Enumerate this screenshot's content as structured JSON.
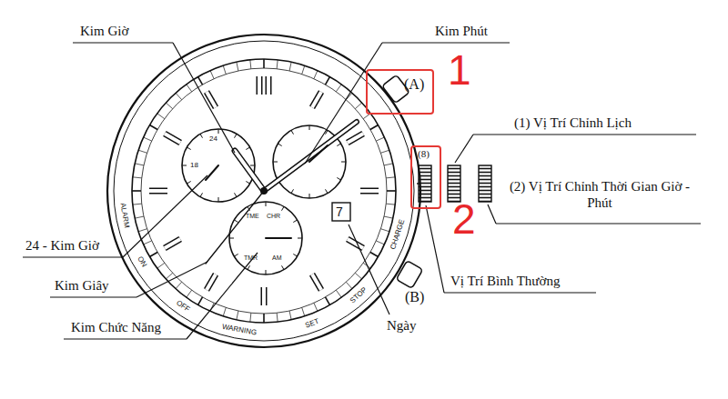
{
  "diagram": {
    "nodes": [
      {
        "text": [
          "1",
          "(A)"
        ]
      },
      {
        "text": [
          "2",
          "(8)"
        ]
      }
    ],
    "labels": [
      "Kim Giờ",
      "Kim Phút",
      "(1) Vị Trí Chỉnh Lịch",
      "(2) Vị Trí Chỉnh Thời Gian Giờ - Phút",
      "24 - Kim Giờ",
      "Vị Trí Bình Thường",
      "Kim Giây",
      "Ngày",
      "Kim Chức Năng",
      "24",
      "18",
      "7",
      "TME",
      "CHR",
      "TMR",
      "AM",
      "ALARM",
      "ON",
      "OFF",
      "WARNING",
      "SET",
      "STOP",
      "CHARGE",
      "(B)"
    ]
  }
}
